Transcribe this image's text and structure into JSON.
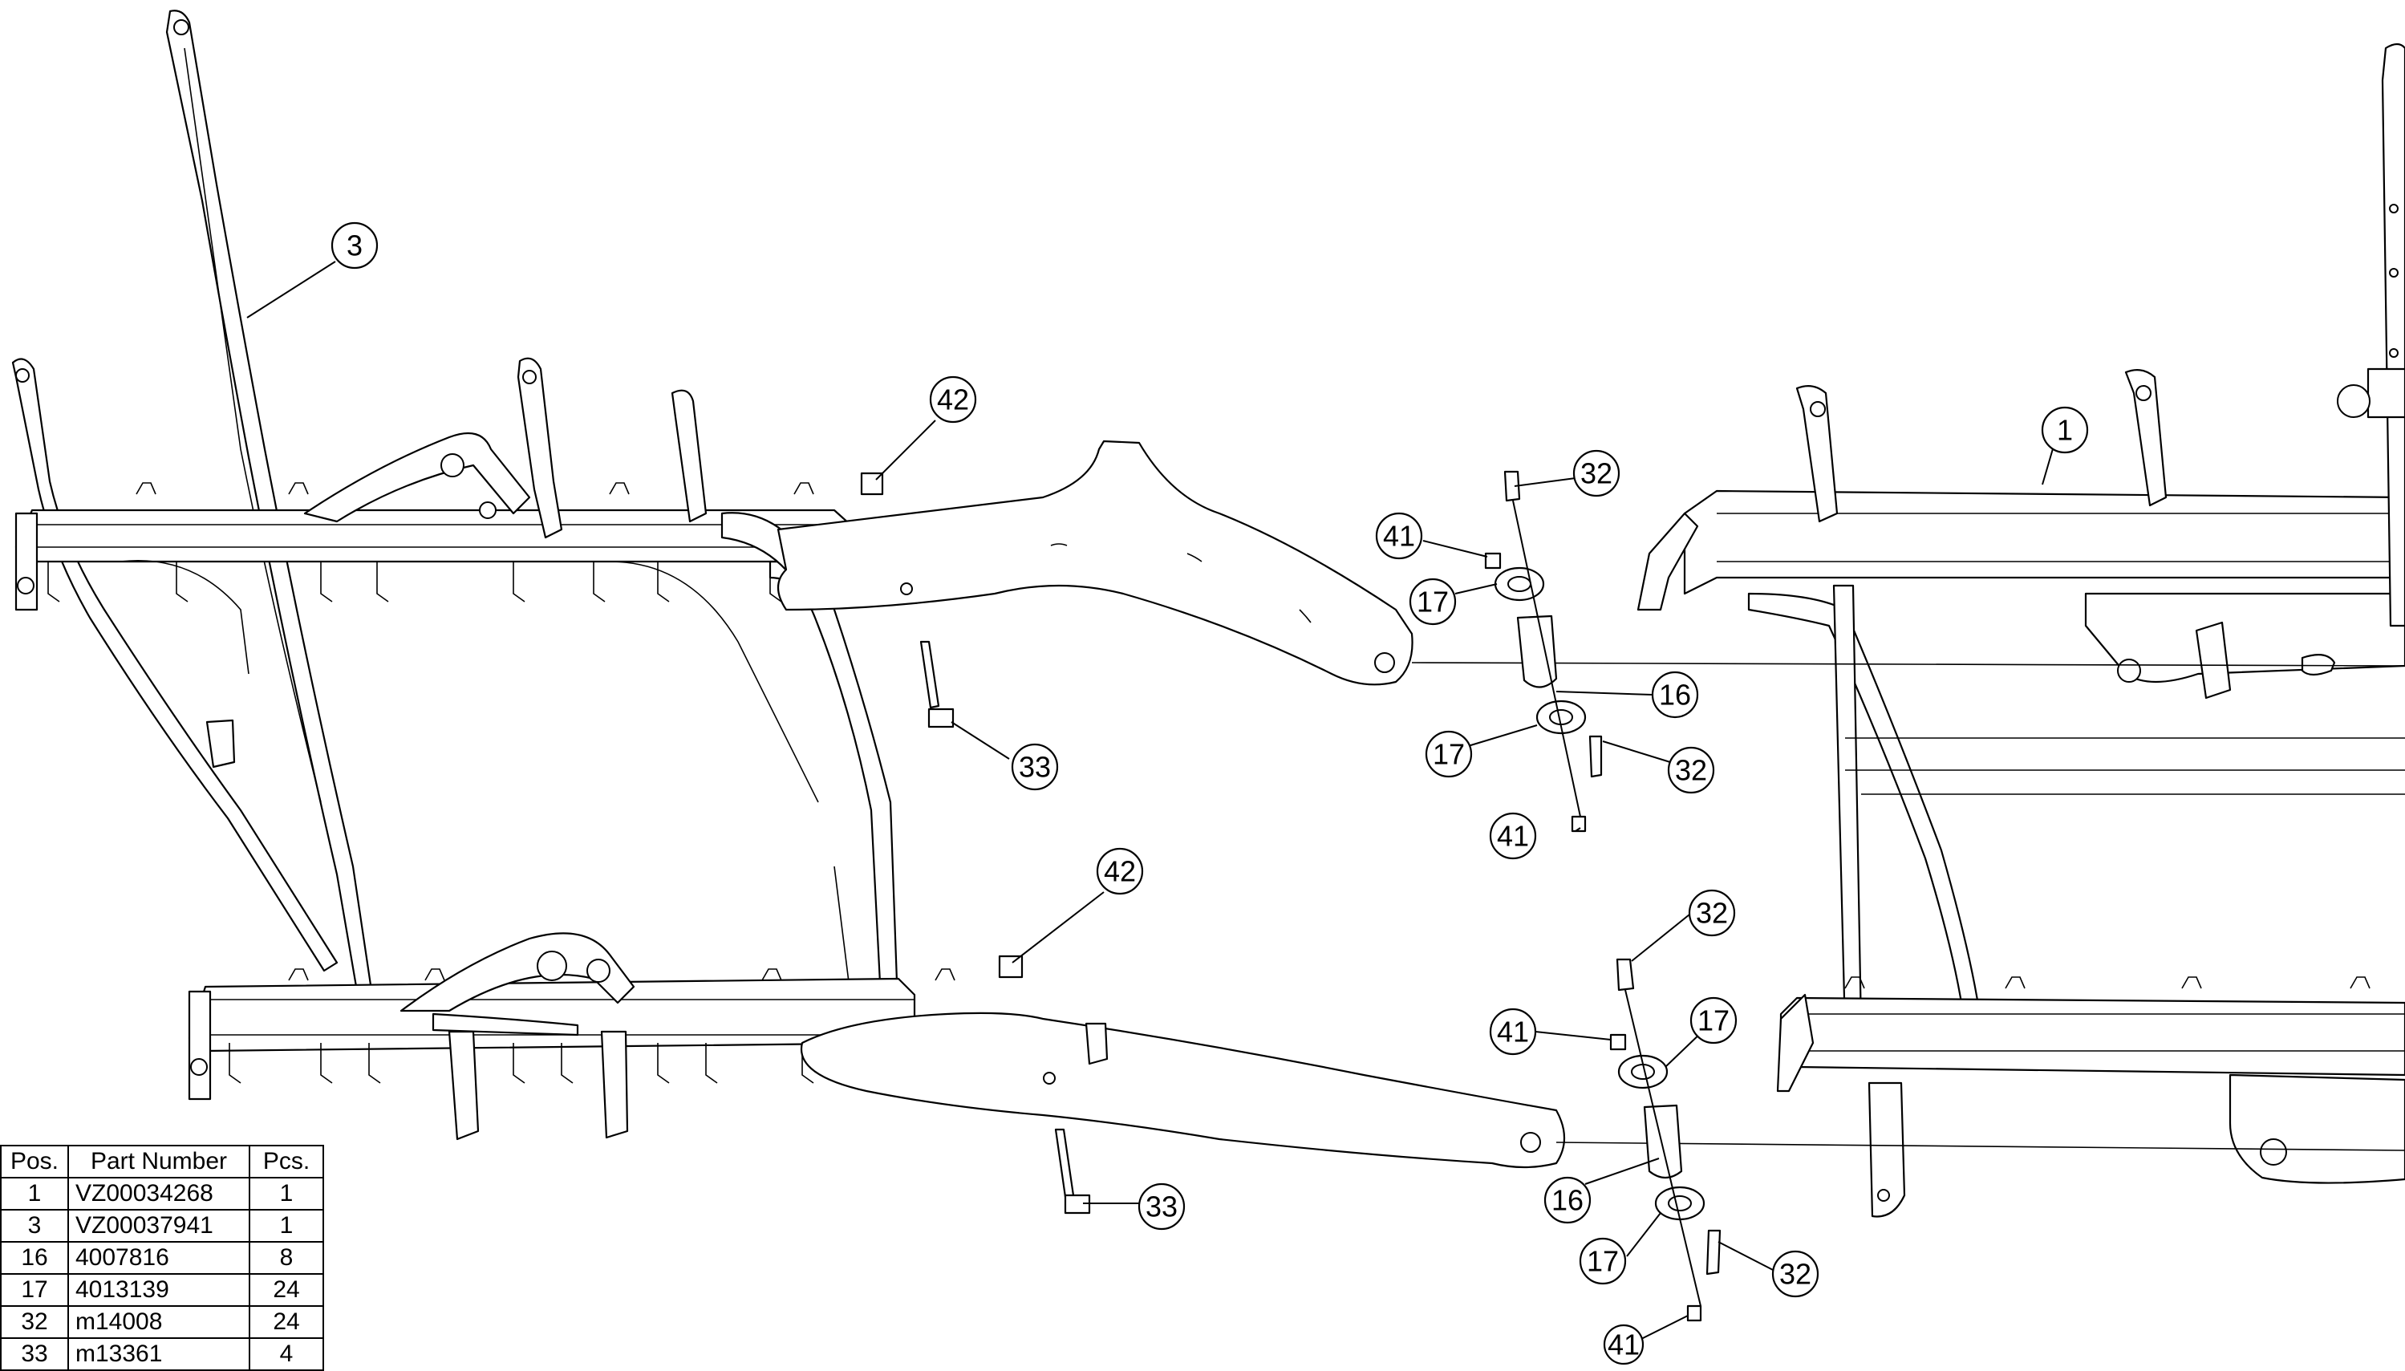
{
  "callouts": [
    "1",
    "3",
    "16",
    "17",
    "32",
    "33",
    "41",
    "42"
  ],
  "bom": {
    "headers": {
      "pos": "Pos.",
      "part_number": "Part Number",
      "pcs": "Pcs."
    },
    "rows": [
      {
        "pos": "1",
        "part_number": "VZ00034268",
        "pcs": "1"
      },
      {
        "pos": "3",
        "part_number": "VZ00037941",
        "pcs": "1"
      },
      {
        "pos": "16",
        "part_number": "4007816",
        "pcs": "8"
      },
      {
        "pos": "17",
        "part_number": "4013139",
        "pcs": "24"
      },
      {
        "pos": "32",
        "part_number": "m14008",
        "pcs": "24"
      },
      {
        "pos": "33",
        "part_number": "m13361",
        "pcs": "4"
      }
    ]
  },
  "colors": {
    "line": "#000000",
    "background": "#ffffff"
  }
}
